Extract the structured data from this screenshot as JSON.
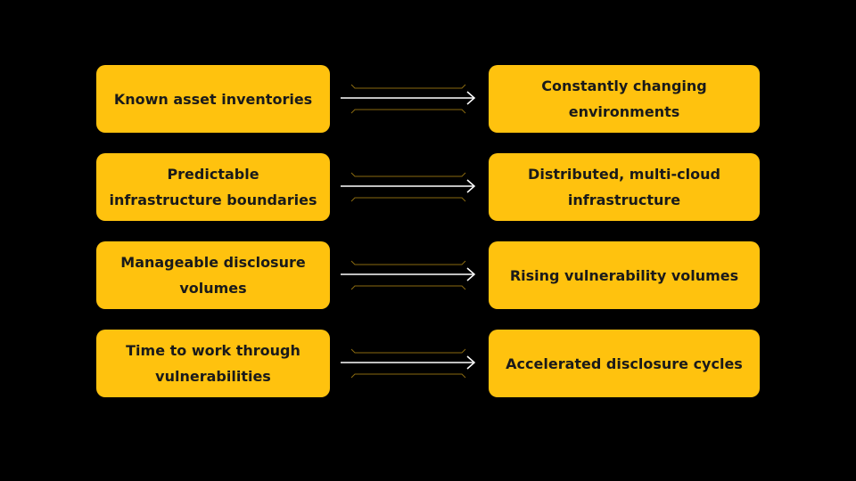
{
  "colors": {
    "background": "#000000",
    "box": "#FFC20E",
    "box_text": "#1a1a1a",
    "arrow": "#FFFFFF",
    "accent_line": "#8A6A10"
  },
  "rows": [
    {
      "left": "Known asset inventories",
      "right": "Constantly changing environments"
    },
    {
      "left": "Predictable infrastructure boundaries",
      "right": "Distributed, multi-cloud infrastructure"
    },
    {
      "left": "Manageable disclosure volumes",
      "right": "Rising vulnerability volumes"
    },
    {
      "left": "Time to work through vulnerabilities",
      "right": "Accelerated disclosure cycles"
    }
  ],
  "icons": {
    "connector": "right-arrow-icon"
  }
}
